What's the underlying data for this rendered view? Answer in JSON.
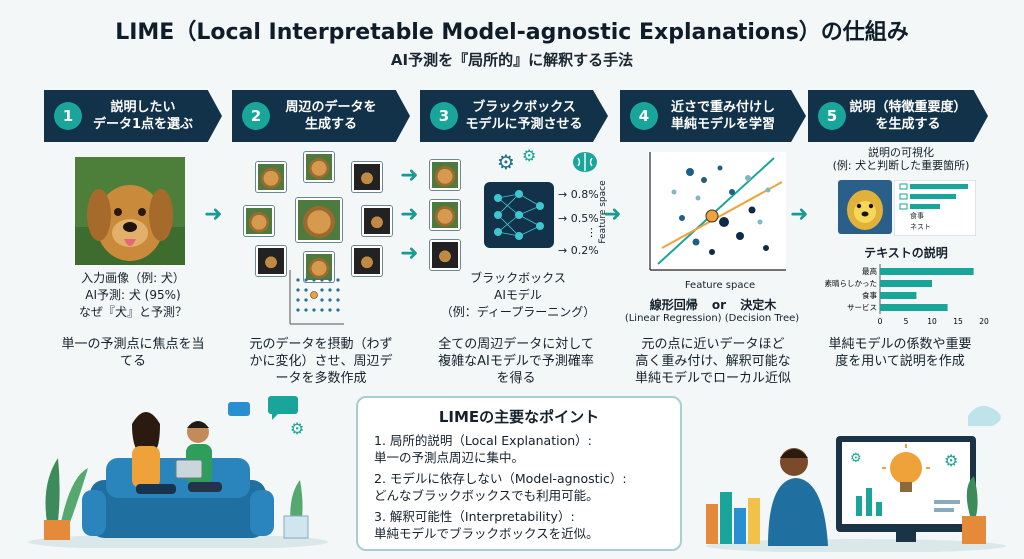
{
  "title": "LIME（Local Interpretable Model-agnostic Explanations）の仕組み",
  "subtitle": "AI予測を『局所的』に解釈する手法",
  "steps": [
    {
      "num": "1",
      "label": "説明したい\nデータ1点を選ぶ"
    },
    {
      "num": "2",
      "label": "周辺のデータを\n生成する"
    },
    {
      "num": "3",
      "label": "ブラックボックス\nモデルに予測させる"
    },
    {
      "num": "4",
      "label": "近さで重み付けし\n単純モデルを学習"
    },
    {
      "num": "5",
      "label": "説明（特徴重要度）\nを生成する"
    }
  ],
  "col1": {
    "caption": "入力画像（例: 犬）\nAI予測: 犬 (95%)\nなぜ『犬』と予測？",
    "desc": "単一の予測点に焦点を当\nてる"
  },
  "col2": {
    "desc": "元のデータを摂動（わず\nかに変化）させ、周辺デ\nータを多数作成"
  },
  "col3": {
    "probs": [
      "0.8%",
      "0.5%",
      "⋮",
      "0.2%"
    ],
    "caption": "ブラックボックス\nAIモデル\n（例：ディープラーニング）",
    "desc": "全ての周辺データに対して\n複雑なAIモデルで予測確率\nを得る"
  },
  "col4": {
    "y_axis": "Feature space",
    "x_axis": "Feature space",
    "model_left": "線形回帰",
    "model_or": "or",
    "model_right": "決定木",
    "model_en": "(Linear Regression) (Decision Tree)",
    "desc": "元の点に近いデータほど\n高く重み付け、解釈可能な\n単純モデルでローカル近似"
  },
  "col5": {
    "viz_title": "説明の可視化\n(例: 犬と判断した重要箇所)",
    "viz_items": [
      "食事",
      "ネスト"
    ],
    "text_title": "テキストの説明",
    "desc": "単純モデルの係数や重要\n度を用いて説明を作成"
  },
  "chart_data": {
    "type": "bar",
    "orientation": "horizontal",
    "categories": [
      "最高",
      "素晴らしかった",
      "食事",
      "サービス"
    ],
    "values": [
      18,
      10,
      7,
      13
    ],
    "xlim": [
      0,
      20
    ],
    "xticks": [
      0,
      5,
      10,
      15,
      20
    ],
    "color": "#1aa59a"
  },
  "key_points": {
    "title": "LIMEの主要なポイント",
    "items": [
      "1. 局所的説明（Local Explanation）:\n    単一の予測点周辺に集中。",
      "2. モデルに依存しない（Model-agnostic）:\n    どんなブラックボックスでも利用可能。",
      "3. 解釈可能性（Interpretability）:\n    単純モデルでブラックボックスを近似。"
    ]
  },
  "colors": {
    "navy": "#12324a",
    "teal": "#1aa59a",
    "orange": "#f0a23a"
  }
}
